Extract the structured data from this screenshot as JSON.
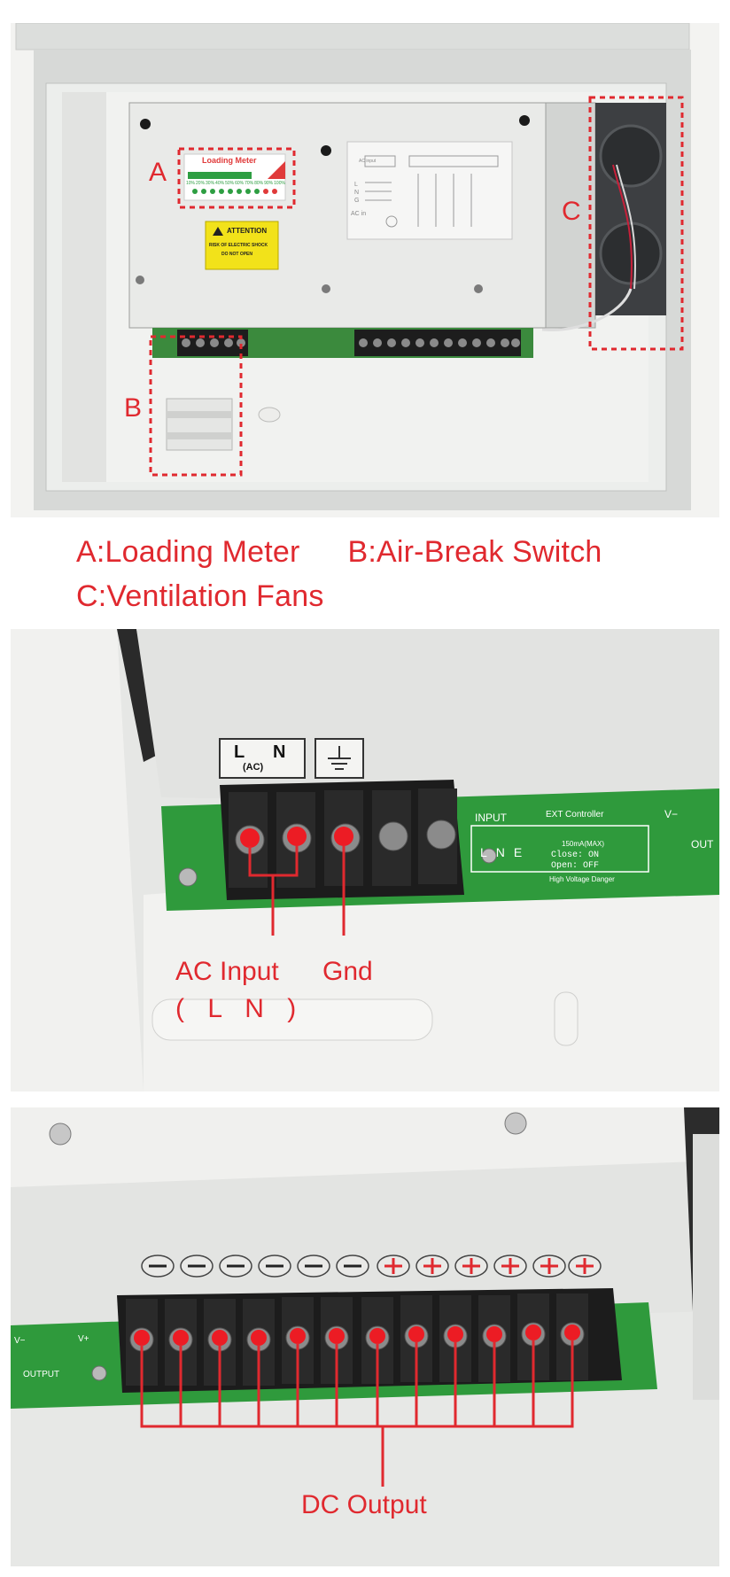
{
  "photo1": {
    "tags": {
      "a": "A",
      "b": "B",
      "c": "C"
    },
    "meter_title": "Loading Meter",
    "meter_scale": [
      "10%",
      "20%",
      "30%",
      "40%",
      "50%",
      "60%",
      "70%",
      "80%",
      "90%",
      "100%"
    ],
    "attention_title": "ATTENTION",
    "attention_line1": "RISK OF ELECTRIC SHOCK",
    "attention_line2": "DO NOT OPEN",
    "diagram_ac_in": "AC in",
    "diagram_ac_input": "AC input",
    "diagram_l": "L",
    "diagram_n": "N",
    "diagram_g": "G"
  },
  "legend": {
    "a": "A:Loading Meter",
    "b": "B:Air-Break Switch",
    "c": "C:Ventilation Fans"
  },
  "photo2": {
    "label_l": "L",
    "label_n": "N",
    "label_ac": "(AC)",
    "pcb_input": "INPUT",
    "pcb_ext": "EXT Controller",
    "pcb_vminus": "V−",
    "pcb_l": "L",
    "pcb_n": "N",
    "pcb_e": "E",
    "pcb_close": "Close: ON",
    "pcb_open": "Open: OFF",
    "pcb_current": "150mA(MAX)",
    "pcb_danger": "High Voltage Danger",
    "pcb_out": "OUT",
    "ac_input_label": "AC Input",
    "ac_input_sub": "( L N )",
    "gnd_label": "Gnd"
  },
  "photo3": {
    "minus_symbol": "−",
    "plus_symbol": "+",
    "pcb_vminus": "V−",
    "pcb_vplus": "V+",
    "pcb_output": "OUTPUT",
    "dc_output_label": "DC Output"
  },
  "colors": {
    "annotation_red": "#e0292f",
    "enclosure_grey": "#e4e5e3",
    "pcb_green": "#2f9a3c",
    "terminal_black": "#1c1c1c"
  }
}
